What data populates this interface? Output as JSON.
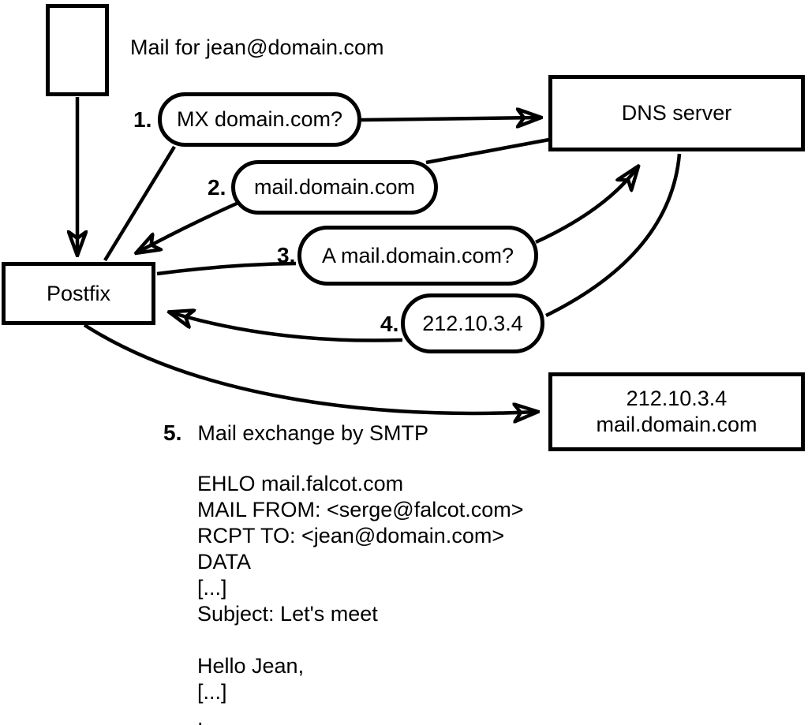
{
  "diagram": {
    "caption": "Mail for jean@domain.com",
    "nodes": {
      "postfix_label": "Postfix",
      "dns_label": "DNS server",
      "dest_line1": "212.10.3.4",
      "dest_line2": "mail.domain.com"
    },
    "steps": [
      {
        "num": "1.",
        "label": "MX domain.com?"
      },
      {
        "num": "2.",
        "label": "mail.domain.com"
      },
      {
        "num": "3.",
        "label": "A mail.domain.com?"
      },
      {
        "num": "4.",
        "label": "212.10.3.4"
      },
      {
        "num": "5.",
        "label": "Mail exchange by SMTP"
      }
    ],
    "smtp_session": [
      "EHLO mail.falcot.com",
      "MAIL FROM: <serge@falcot.com>",
      "RCPT TO: <jean@domain.com>",
      "DATA",
      "[...]",
      "Subject: Let's meet",
      "",
      "Hello Jean,",
      "[...]",
      "."
    ],
    "colors": {
      "stroke": "#000000",
      "background": "#ffffff"
    }
  }
}
